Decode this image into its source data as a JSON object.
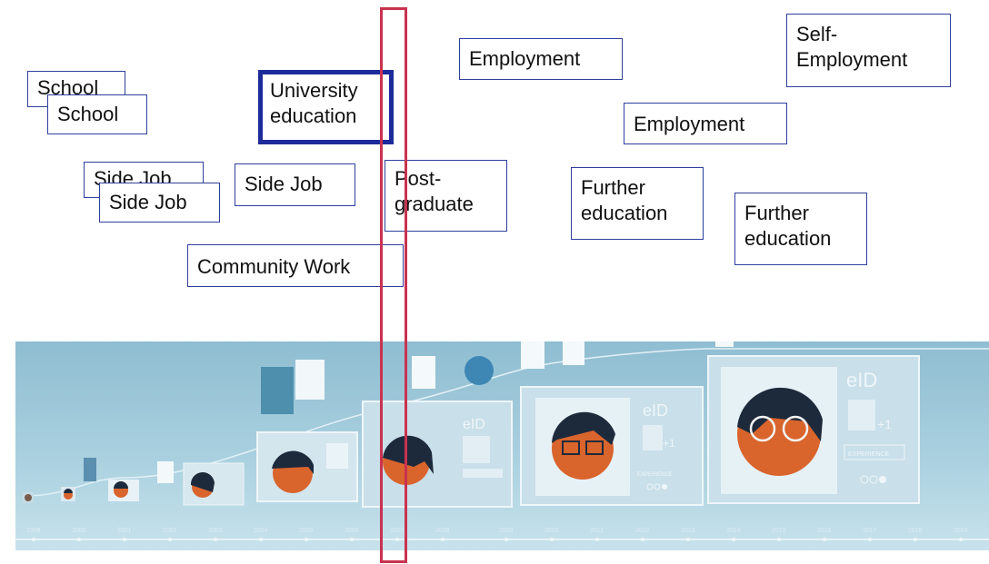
{
  "labels": {
    "school_back": "School",
    "school_front": "School",
    "university": "University education",
    "sidejob_back": "Side Job",
    "sidejob_front": "Side Job",
    "sidejob_2": "Side Job",
    "community": "Community Work",
    "postgrad": "Post-graduate",
    "employment_1": "Employment",
    "employment_2": "Employment",
    "further_1": "Further education",
    "further_2": "Further education",
    "self_employment": "Self-Employment"
  },
  "timeline": {
    "card_tag": "eID",
    "plus": "+1",
    "experience": "EXPERIENCE",
    "years": [
      "1998",
      "2000",
      "2001",
      "2002",
      "2003",
      "2004",
      "2005",
      "2006",
      "2007",
      "2008",
      "2009",
      "2010",
      "2011",
      "2012",
      "2013",
      "2014",
      "2015",
      "2016",
      "2017",
      "2018",
      "2019"
    ]
  },
  "colors": {
    "box_border": "#2f3f9e",
    "highlight_border": "#1c2a9a",
    "marker": "#c8334f",
    "face": "#d9642c",
    "hair": "#1d2a3c",
    "strip": "#a9d0df"
  }
}
